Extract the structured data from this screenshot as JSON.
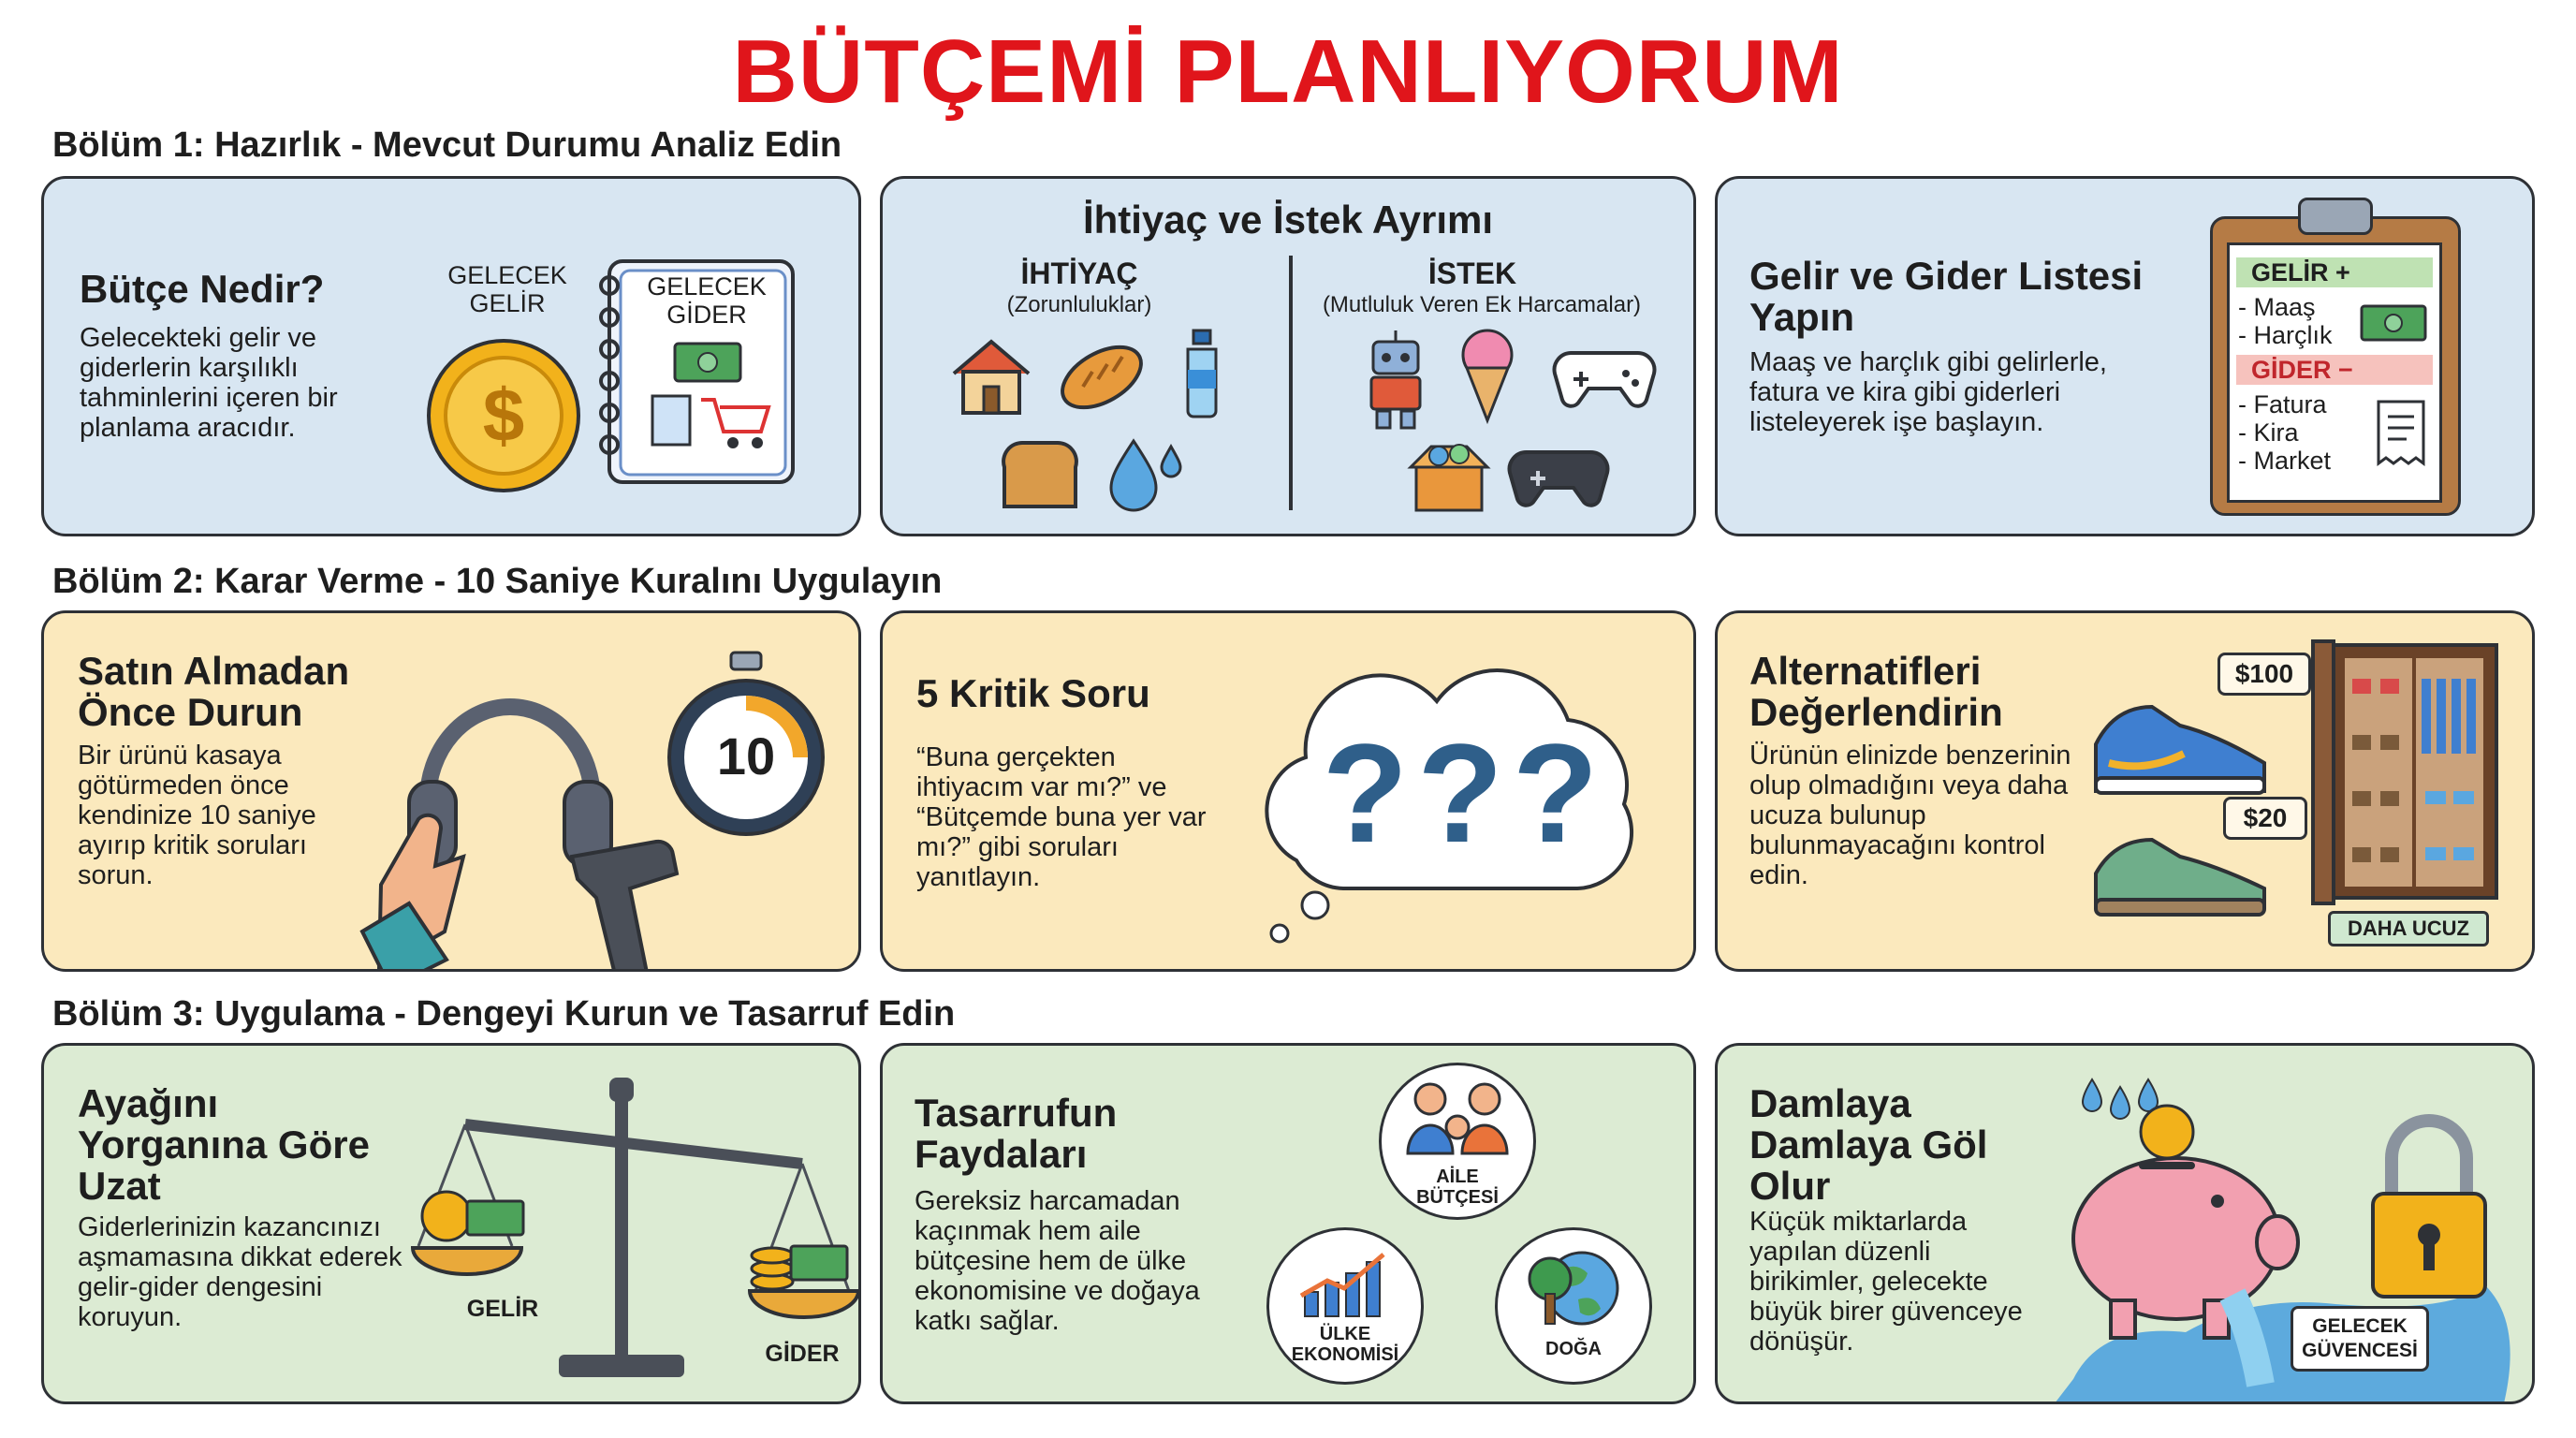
{
  "title": "BÜTÇEMİ PLANLIYORUM",
  "sections": [
    {
      "title": "Bölüm 1: Hazırlık - Mevcut Durumu Analiz Edin"
    },
    {
      "title": "Bölüm 2: Karar Verme - 10 Saniye Kuralını Uygulayın"
    },
    {
      "title": "Bölüm 3: Uygulama - Dengeyi Kurun ve Tasarruf Edin"
    }
  ],
  "cards": {
    "budget": {
      "title": "Bütçe Nedir?",
      "body": "Gelecekteki gelir ve giderlerin karşılıklı tahminlerini içeren bir planlama aracıdır.",
      "label_income": "GELECEK GELİR",
      "label_expense": "GELECEK GİDER"
    },
    "needs": {
      "title": "İhtiyaç ve İstek Ayrımı",
      "need_label": "İHTİYAÇ",
      "need_sub": "(Zorunluluklar)",
      "want_label": "İSTEK",
      "want_sub": "(Mutluluk Veren Ek Harcamalar)"
    },
    "list": {
      "title": "Gelir ve Gider Listesi Yapın",
      "body": "Maaş ve harçlık gibi gelirlerle, fatura ve kira gibi giderleri listeleyerek işe başlayın.",
      "income_header": "GELİR +",
      "income_items": [
        "- Maaş",
        "- Harçlık"
      ],
      "expense_header": "GİDER −",
      "expense_items": [
        "- Fatura",
        "- Kira",
        "- Market"
      ]
    },
    "stop": {
      "title": "Satın Almadan Önce Durun",
      "body": "Bir ürünü kasaya götürmeden önce kendinize 10 saniye ayırıp kritik soruları sorun.",
      "timer": "10"
    },
    "questions": {
      "title": "5 Kritik Soru",
      "body": "“Buna gerçekten ihtiyacım var mı?” ve “Bütçemde buna yer var mı?” gibi soruları yanıtlayın.",
      "marks": "???"
    },
    "alternatives": {
      "title": "Alternatifleri Değerlendirin",
      "body": "Ürünün elinizde benzerinin olup olmadığını veya daha ucuza bulunup bulunmayacağını kontrol edin.",
      "price_high": "$100",
      "price_low": "$20",
      "cheaper_label": "DAHA UCUZ"
    },
    "balance": {
      "title": "Ayağını Yorganına Göre Uzat",
      "body": "Giderlerinizin kazancınızı aşmamasına dikkat ederek gelir-gider dengesini koruyun.",
      "income_label": "GELİR",
      "expense_label": "GİDER"
    },
    "savings": {
      "title": "Tasarrufun Faydaları",
      "body": "Gereksiz harcamadan kaçınmak hem aile bütçesine hem de ülke ekonomisine ve doğaya katkı sağlar.",
      "family_label": "AİLE BÜTÇESİ",
      "economy_label": "ÜLKE EKONOMİSİ",
      "nature_label": "DOĞA"
    },
    "drops": {
      "title": "Damlaya Damlaya Göl Olur",
      "body": "Küçük miktarlarda yapılan düzenli birikimler, gelecekte büyük birer güvenceye dönüşür.",
      "security_label": "GELECEK GÜVENCESİ"
    }
  },
  "colors": {
    "title_red": "#e0151b",
    "blue_card": "#d8e6f2",
    "yellow_card": "#fbe9bd",
    "green_card": "#dcebd3"
  },
  "icons": [
    "gold-coin-icon",
    "notebook-icon",
    "house-icon",
    "bread-icon",
    "water-bottle-icon",
    "water-drop-icon",
    "robot-icon",
    "ice-cream-icon",
    "gamepad-icon",
    "gift-box-icon",
    "clipboard-icon",
    "headphones-icon",
    "stopwatch-icon",
    "barcode-scanner-icon",
    "thought-cloud-icon",
    "sneaker-icon",
    "wardrobe-icon",
    "scale-icon",
    "family-icon",
    "growth-chart-icon",
    "globe-tree-icon",
    "piggy-bank-icon",
    "padlock-icon"
  ]
}
